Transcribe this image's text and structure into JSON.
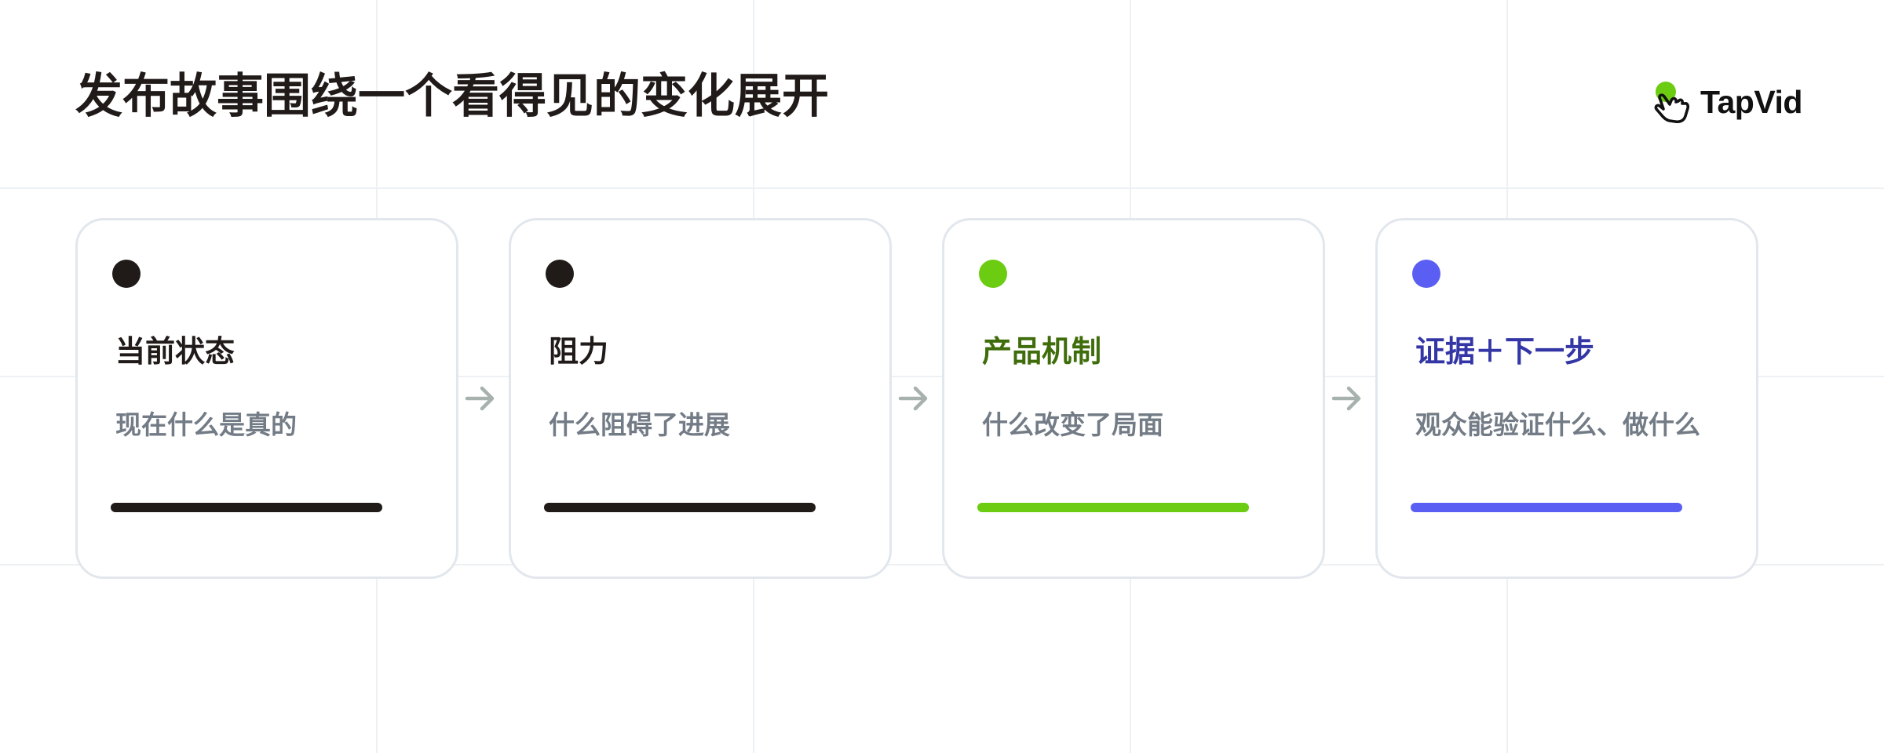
{
  "page": {
    "title": "发布故事围绕一个看得见的变化展开"
  },
  "brand": {
    "name": "TapVid",
    "icon": "pointing-hand-icon",
    "accent_color": "#6ccc12"
  },
  "arrow_icon": "arrow-right-icon",
  "arrow_color": "#a7b2ae",
  "cards": [
    {
      "title": "当前状态",
      "subtitle": "现在什么是真的",
      "accent_color": "#201a19",
      "title_color": "#201a19",
      "progress": 1.0
    },
    {
      "title": "阻力",
      "subtitle": "什么阻碍了进展",
      "accent_color": "#201a19",
      "title_color": "#201a19",
      "progress": 1.0
    },
    {
      "title": "产品机制",
      "subtitle": "什么改变了局面",
      "accent_color": "#6ccc12",
      "title_color": "#3f6d0c",
      "progress": 1.0
    },
    {
      "title": "证据＋下一步",
      "subtitle": "观众能验证什么、做什么",
      "accent_color": "#5b5ef2",
      "title_color": "#3436a6",
      "progress": 1.0
    }
  ]
}
